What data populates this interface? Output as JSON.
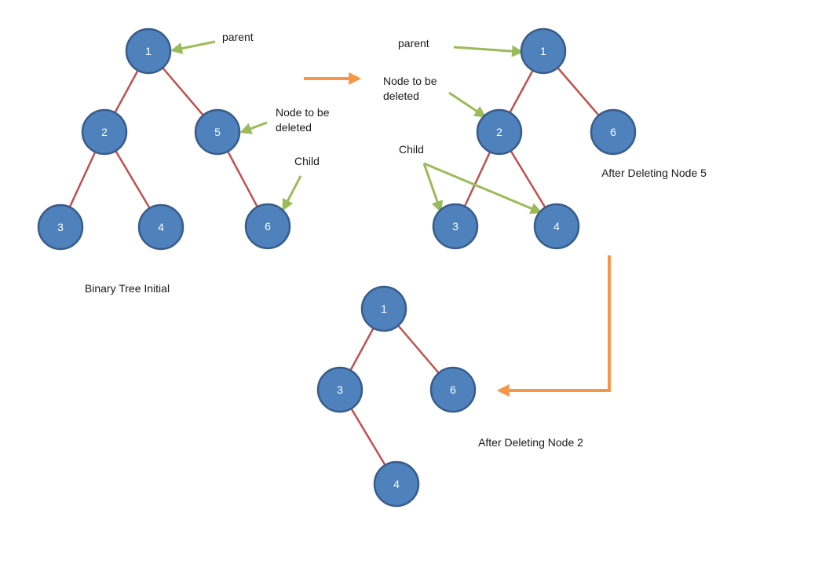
{
  "colors": {
    "node_fill": "#4f81bd",
    "node_stroke": "#385d8a",
    "edge": "#c0504d",
    "pointer_arrow": "#9bbb59",
    "flow_arrow": "#f79646",
    "text": "#1a1a1a"
  },
  "trees": [
    {
      "id": "initial",
      "caption": "Binary Tree Initial",
      "nodes": [
        {
          "id": "i1",
          "label": "1"
        },
        {
          "id": "i2",
          "label": "2"
        },
        {
          "id": "i5",
          "label": "5"
        },
        {
          "id": "i3",
          "label": "3"
        },
        {
          "id": "i4",
          "label": "4"
        },
        {
          "id": "i6",
          "label": "6"
        }
      ],
      "edges": [
        [
          "i1",
          "i2"
        ],
        [
          "i1",
          "i5"
        ],
        [
          "i2",
          "i3"
        ],
        [
          "i2",
          "i4"
        ],
        [
          "i5",
          "i6"
        ]
      ],
      "annotations": [
        {
          "id": "a1",
          "lines": [
            "parent"
          ],
          "points_to": "i1"
        },
        {
          "id": "a2",
          "lines": [
            "Node to be",
            "deleted"
          ],
          "points_to": "i5"
        },
        {
          "id": "a3",
          "lines": [
            "Child"
          ],
          "points_to": "i6"
        }
      ]
    },
    {
      "id": "after5",
      "caption": "After Deleting Node 5",
      "nodes": [
        {
          "id": "b1",
          "label": "1"
        },
        {
          "id": "b2",
          "label": "2"
        },
        {
          "id": "b6",
          "label": "6"
        },
        {
          "id": "b3",
          "label": "3"
        },
        {
          "id": "b4",
          "label": "4"
        }
      ],
      "edges": [
        [
          "b1",
          "b2"
        ],
        [
          "b1",
          "b6"
        ],
        [
          "b2",
          "b3"
        ],
        [
          "b2",
          "b4"
        ]
      ],
      "annotations": [
        {
          "id": "b_parent",
          "lines": [
            "parent"
          ],
          "points_to": "b1"
        },
        {
          "id": "b_del",
          "lines": [
            "Node to be",
            "deleted"
          ],
          "points_to": "b2"
        },
        {
          "id": "b_child",
          "lines": [
            "Child"
          ],
          "points_to": [
            "b3",
            "b4"
          ]
        }
      ]
    },
    {
      "id": "after2",
      "caption": "After Deleting Node 2",
      "nodes": [
        {
          "id": "c1",
          "label": "1"
        },
        {
          "id": "c3",
          "label": "3"
        },
        {
          "id": "c6",
          "label": "6"
        },
        {
          "id": "c4",
          "label": "4"
        }
      ],
      "edges": [
        [
          "c1",
          "c3"
        ],
        [
          "c1",
          "c6"
        ],
        [
          "c3",
          "c4"
        ]
      ],
      "annotations": []
    }
  ]
}
